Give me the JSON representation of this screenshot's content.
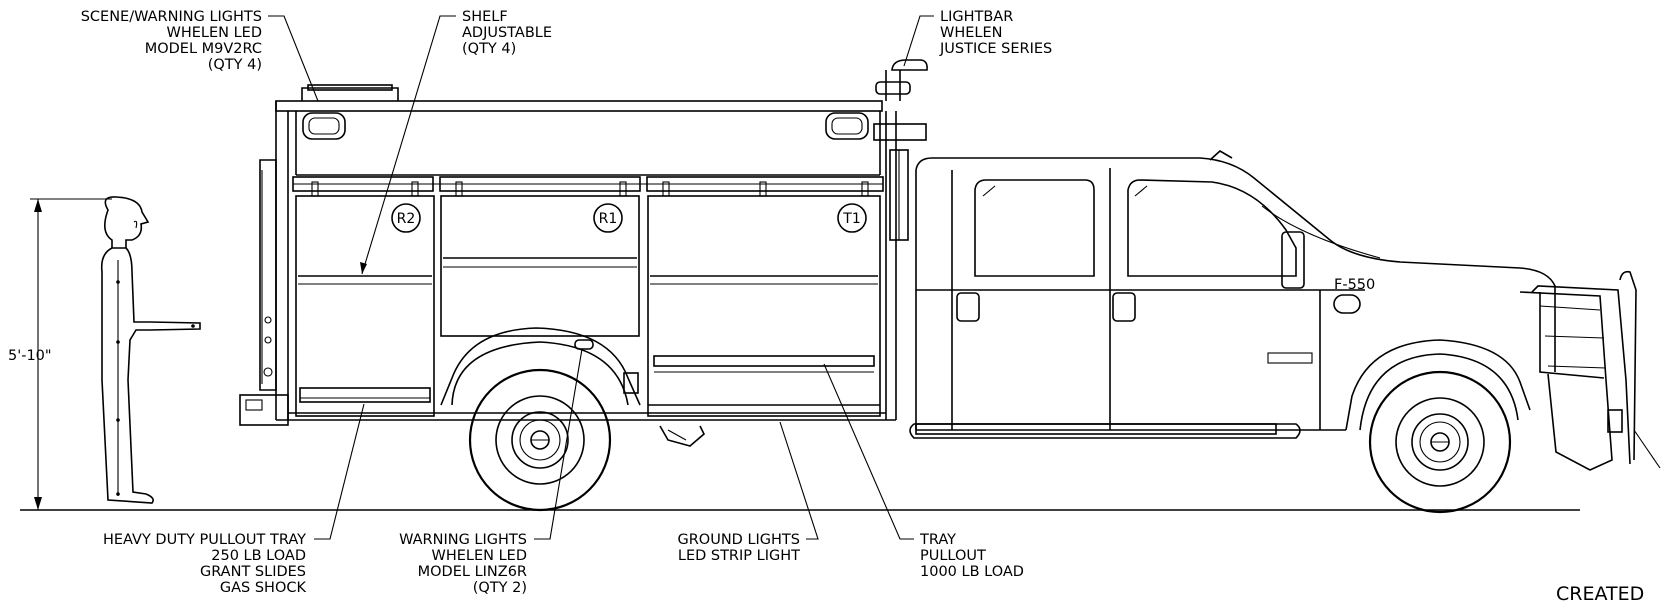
{
  "person": {
    "height_dimension": "5'-10\""
  },
  "compartments": [
    {
      "id": "r2",
      "label": "R2"
    },
    {
      "id": "r1",
      "label": "R1"
    },
    {
      "id": "t1",
      "label": "T1"
    }
  ],
  "cab_badge": "F-550",
  "callouts": {
    "scene_lights": [
      "SCENE/WARNING LIGHTS",
      "WHELEN LED",
      "MODEL M9V2RC",
      "(QTY 4)"
    ],
    "shelf": [
      "SHELF",
      "ADJUSTABLE",
      "(QTY 4)"
    ],
    "lightbar": [
      "LIGHTBAR",
      "WHELEN",
      "JUSTICE SERIES"
    ],
    "pullout_tray": [
      "HEAVY DUTY PULLOUT TRAY",
      "250 LB LOAD",
      "GRANT SLIDES",
      "GAS SHOCK"
    ],
    "warning_lights": [
      "WARNING LIGHTS",
      "WHELEN LED",
      "MODEL LINZ6R",
      "(QTY 2)"
    ],
    "ground_lights": [
      "GROUND LIGHTS",
      "LED STRIP LIGHT"
    ],
    "tray": [
      "TRAY",
      "PULLOUT",
      "1000 LB LOAD"
    ]
  },
  "footer_text": "CREATED"
}
